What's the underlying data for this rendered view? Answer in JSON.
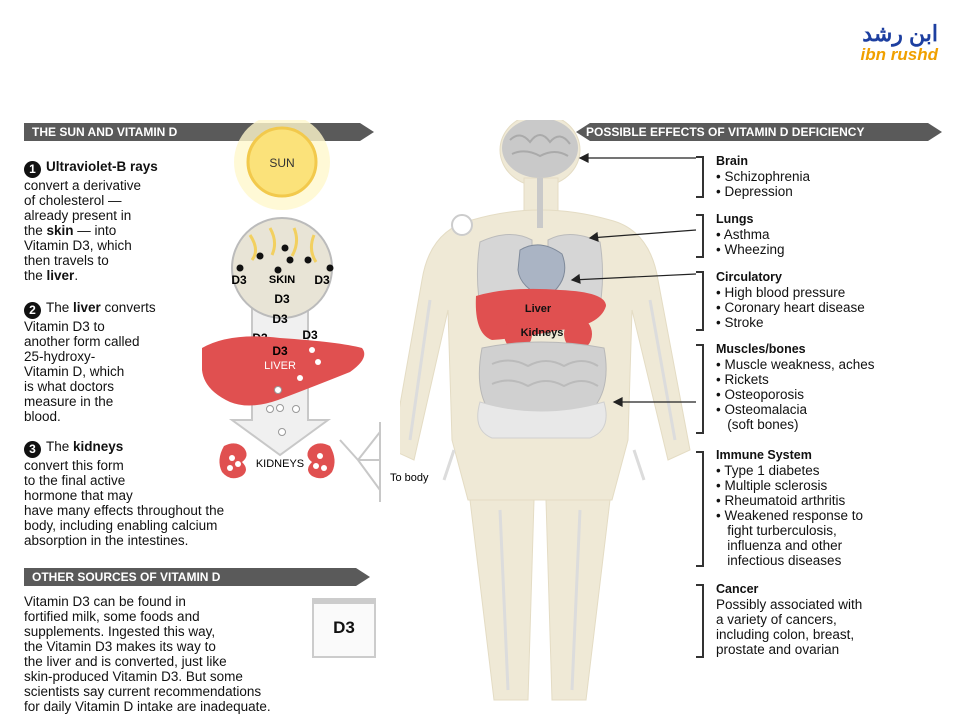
{
  "logo": {
    "arabic": "ابن رشد",
    "latin": "ibn rushd"
  },
  "left_banner": "THE SUN AND VITAMIN D",
  "right_banner": "POSSIBLE EFFECTS OF VITAMIN D DEFICIENCY",
  "steps": [
    {
      "num": "1",
      "lines": [
        [
          "Ultraviolet-B rays",
          true
        ],
        [
          "convert a derivative",
          false
        ],
        [
          "of cholesterol —",
          false
        ],
        [
          "already present in",
          false
        ],
        [
          "the skin — into",
          false
        ],
        [
          "Vitamin D3, which",
          false
        ],
        [
          "then travels to",
          false
        ],
        [
          "the liver.",
          false
        ]
      ]
    },
    {
      "num": "2",
      "lines": [
        [
          "The liver converts",
          false
        ],
        [
          "Vitamin D3 to",
          false
        ],
        [
          "another form called",
          false
        ],
        [
          "25-hydroxy-",
          false
        ],
        [
          "Vitamin D, which",
          false
        ],
        [
          "is what doctors",
          false
        ],
        [
          "measure in the",
          false
        ],
        [
          "blood.",
          false
        ]
      ]
    },
    {
      "num": "3",
      "lines": [
        [
          "The kidneys",
          false
        ],
        [
          "convert this form",
          false
        ],
        [
          "to the final active",
          false
        ],
        [
          "hormone that may",
          false
        ],
        [
          "have many effects throughout the",
          false
        ],
        [
          "body, including enabling calcium",
          false
        ],
        [
          "absorption in the intestines.",
          false
        ]
      ]
    }
  ],
  "diagram_labels": {
    "sun": "SUN",
    "skin": "SKIN",
    "d3": "D3",
    "liver": "LIVER",
    "kidneys": "KIDNEYS",
    "to_body": "To body",
    "body_liver": "Liver",
    "body_kidneys": "Kidneys"
  },
  "other_sources": {
    "banner": "OTHER SOURCES OF VITAMIN D",
    "bottle_label": "D3",
    "lines": [
      "Vitamin D3 can be found in",
      "fortified milk, some foods and",
      "supplements. Ingested this way,",
      "the Vitamin D3 makes its way to",
      "the liver and is converted, just like",
      "skin-produced Vitamin D3. But some",
      "scientists say current recommendations",
      "for daily Vitamin D intake are inadequate."
    ]
  },
  "effects": [
    {
      "head": "Brain",
      "items": [
        "• Schizophrenia",
        "• Depression"
      ]
    },
    {
      "head": "Lungs",
      "items": [
        "• Asthma",
        "• Wheezing"
      ]
    },
    {
      "head": "Circulatory",
      "items": [
        "• High blood pressure",
        "• Coronary heart disease",
        "• Stroke"
      ]
    },
    {
      "head": "Muscles/bones",
      "items": [
        "• Muscle weakness, aches",
        "• Rickets",
        "• Osteoporosis",
        "• Osteomalacia",
        "   (soft bones)"
      ]
    },
    {
      "head": "Immune System",
      "items": [
        "• Type 1 diabetes",
        "• Multiple sclerosis",
        "• Rheumatoid arthritis",
        "• Weakened response to",
        "   fight turberculosis,",
        "   influenza and other",
        "   infectious diseases"
      ]
    },
    {
      "head": "Cancer",
      "items": [
        "Possibly associated with",
        "a variety of cancers,",
        "including colon, breast,",
        "prostate and ovarian"
      ]
    }
  ],
  "colors": {
    "banner": "#5a5a5a",
    "organ_red": "#e05050",
    "logo_blue": "#1d3fa0",
    "logo_orange": "#f0a000",
    "body_fill": "#efe9d6"
  }
}
